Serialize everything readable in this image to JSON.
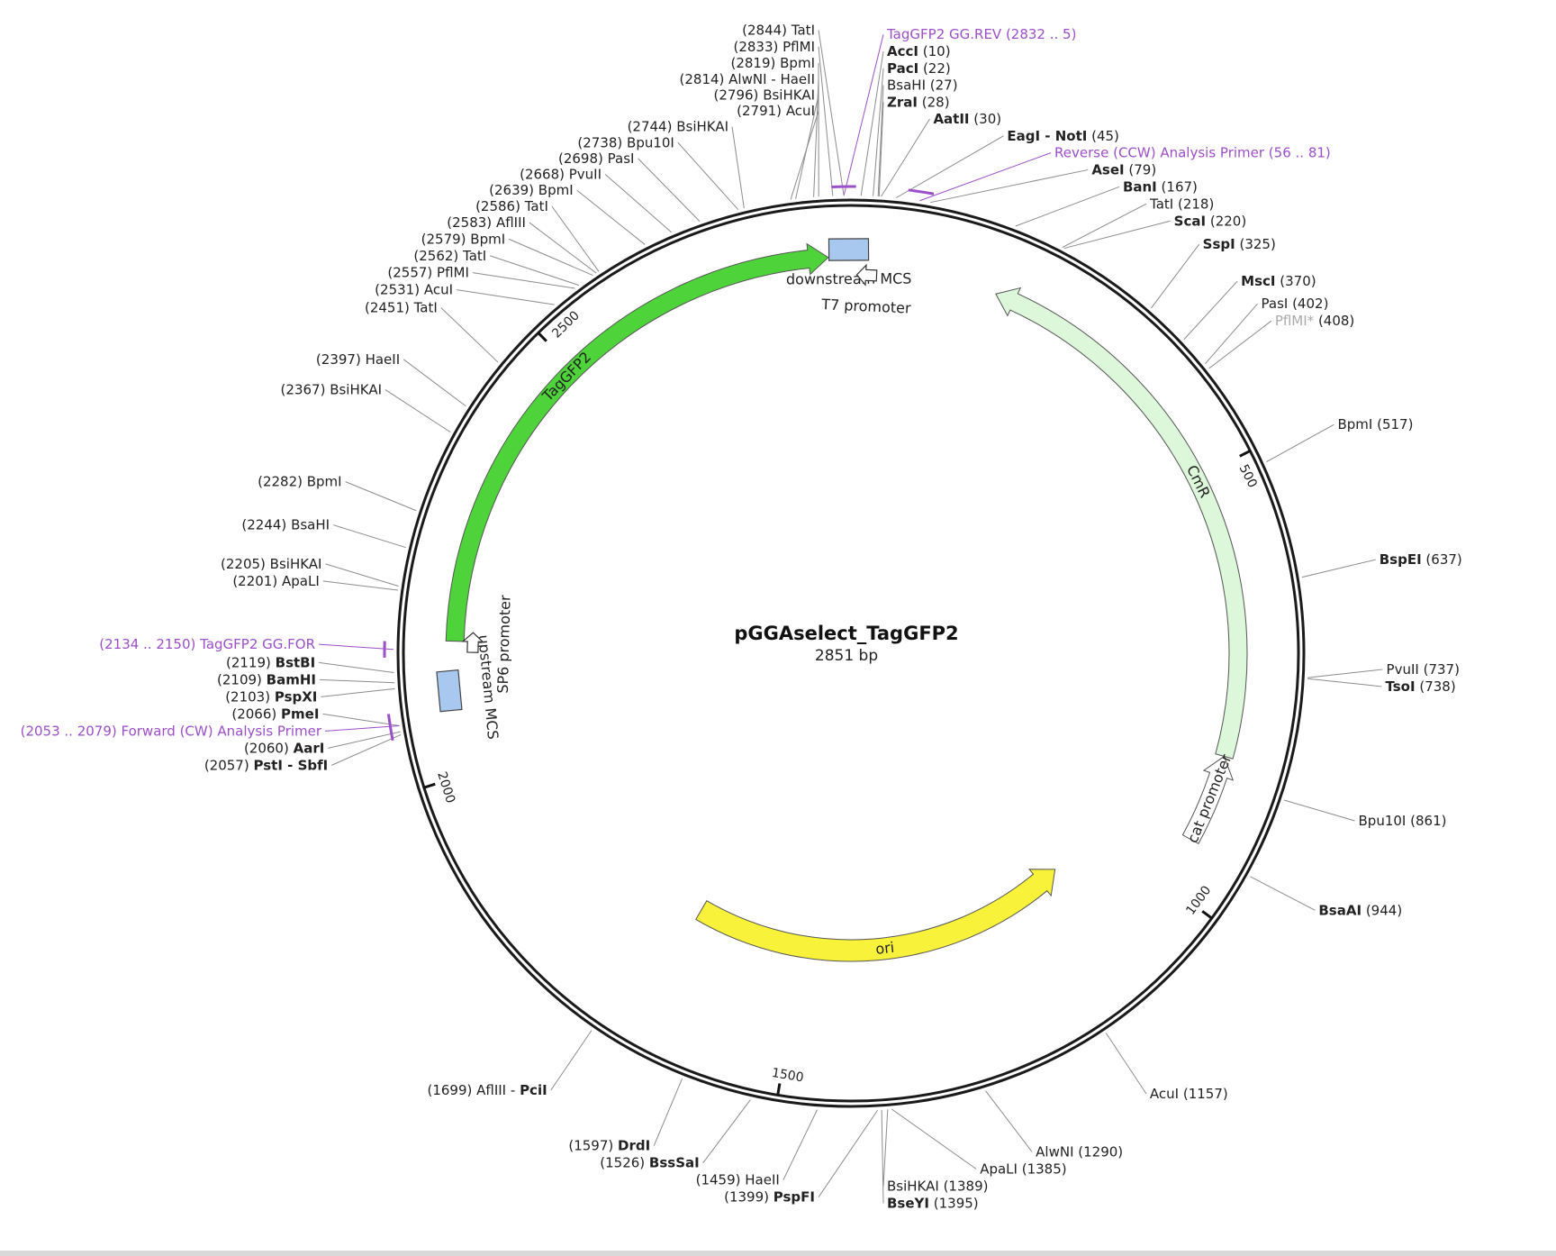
{
  "plasmid": {
    "name": "pGGAselect_TagGFP2",
    "length_label": "2851 bp",
    "length": 2851
  },
  "colors": {
    "backbone": "#1a1a1a",
    "tagGFP2": "#4ed33a",
    "cmR": "#dcf7d9",
    "ori": "#f8f33a",
    "mcs": "#a8c8f0",
    "promoter": "#ffffff",
    "primer": "#9b4fc9",
    "leader": "#8c8c8c"
  },
  "ticks": [
    {
      "pos": 500,
      "label": "500"
    },
    {
      "pos": 1000,
      "label": "1000"
    },
    {
      "pos": 1500,
      "label": "1500"
    },
    {
      "pos": 2000,
      "label": "2000"
    },
    {
      "pos": 2500,
      "label": "2500"
    }
  ],
  "features": [
    {
      "name": "TagGFP2",
      "type": "arrow",
      "start": 2152,
      "end": 2825,
      "dir": "cw",
      "color": "tagGFP2",
      "r": 440,
      "w": 20
    },
    {
      "name": "CmR",
      "type": "arrow",
      "start": 174,
      "end": 835,
      "dir": "ccw",
      "color": "cmR",
      "r": 430,
      "w": 20
    },
    {
      "name": "cat promoter",
      "type": "arrow",
      "start": 835,
      "end": 940,
      "dir": "ccw",
      "color": "promoter",
      "r": 430,
      "w": 20
    },
    {
      "name": "ori",
      "type": "arrow",
      "start": 1082,
      "end": 1665,
      "dir": "ccw",
      "color": "ori",
      "r": 330,
      "w": 24
    },
    {
      "name": "downstream MCS",
      "type": "box",
      "start": 2846,
      "end": 2851,
      "color": "mcs"
    },
    {
      "name": "T7 promoter",
      "type": "promoter",
      "pos": 20,
      "dir": "ccw"
    },
    {
      "name": "upstream MCS",
      "type": "box",
      "start": 2080,
      "end": 2112,
      "color": "mcs"
    },
    {
      "name": "SP6 promoter",
      "type": "promoter",
      "pos": 2150,
      "dir": "cw"
    }
  ],
  "sites": [
    {
      "pos": 2844,
      "name": "TatI",
      "side": "L"
    },
    {
      "pos": 2833,
      "name": "PflMI",
      "side": "L"
    },
    {
      "pos": 2819,
      "name": "BpmI",
      "side": "L"
    },
    {
      "pos": 2814,
      "name": "AlwNI - HaeII",
      "side": "L"
    },
    {
      "pos": 2796,
      "name": "BsiHKAI",
      "side": "L"
    },
    {
      "pos": 2791,
      "name": "AcuI",
      "side": "L"
    },
    {
      "pos": 2744,
      "name": "BsiHKAI",
      "side": "L"
    },
    {
      "pos": 2738,
      "name": "Bpu10I",
      "side": "L"
    },
    {
      "pos": 2698,
      "name": "PasI",
      "side": "L"
    },
    {
      "pos": 2668,
      "name": "PvuII",
      "side": "L"
    },
    {
      "pos": 2639,
      "name": "BpmI",
      "side": "L"
    },
    {
      "pos": 2586,
      "name": "TatI",
      "side": "L"
    },
    {
      "pos": 2583,
      "name": "AflIII",
      "side": "L"
    },
    {
      "pos": 2579,
      "name": "BpmI",
      "side": "L"
    },
    {
      "pos": 2562,
      "name": "TatI",
      "side": "L"
    },
    {
      "pos": 2557,
      "name": "PflMI",
      "side": "L"
    },
    {
      "pos": 2531,
      "name": "AcuI",
      "side": "L"
    },
    {
      "pos": 2451,
      "name": "TatI",
      "side": "L"
    },
    {
      "pos": 2397,
      "name": "HaeII",
      "side": "L"
    },
    {
      "pos": 2367,
      "name": "BsiHKAI",
      "side": "L"
    },
    {
      "pos": 2282,
      "name": "BpmI",
      "side": "L"
    },
    {
      "pos": 2244,
      "name": "BsaHI",
      "side": "L"
    },
    {
      "pos": 2205,
      "name": "BsiHKAI",
      "side": "L"
    },
    {
      "pos": 2201,
      "name": "ApaLI",
      "side": "L"
    },
    {
      "pos": 2119,
      "name": "BstBI",
      "side": "L",
      "bold": true
    },
    {
      "pos": 2109,
      "name": "BamHI",
      "side": "L",
      "bold": true
    },
    {
      "pos": 2103,
      "name": "PspXI",
      "side": "L",
      "bold": true
    },
    {
      "pos": 2066,
      "name": "PmeI",
      "side": "L",
      "bold": true
    },
    {
      "pos": 2060,
      "name": "AarI",
      "side": "L",
      "bold": true
    },
    {
      "pos": 2057,
      "name": "PstI - SbfI",
      "side": "L",
      "bold": true
    },
    {
      "pos": 1699,
      "name": "AflIII - PciI",
      "side": "L",
      "boldPart": "PciI"
    },
    {
      "pos": 1597,
      "name": "DrdI",
      "side": "L",
      "bold": true
    },
    {
      "pos": 1526,
      "name": "BssSaI",
      "side": "L",
      "bold": true
    },
    {
      "pos": 1459,
      "name": "HaeII",
      "side": "L"
    },
    {
      "pos": 1399,
      "name": "PspFI",
      "side": "L",
      "bold": true
    },
    {
      "pos": 10,
      "name": "AccI",
      "side": "R",
      "bold": true
    },
    {
      "pos": 22,
      "name": "PacI",
      "side": "R",
      "bold": true
    },
    {
      "pos": 27,
      "name": "BsaHI",
      "side": "R"
    },
    {
      "pos": 28,
      "name": "ZraI",
      "side": "R",
      "bold": true
    },
    {
      "pos": 30,
      "name": "AatII",
      "side": "R",
      "bold": true
    },
    {
      "pos": 45,
      "name": "EagI - NotI",
      "side": "R",
      "bold": true
    },
    {
      "pos": 79,
      "name": "AseI",
      "side": "R",
      "bold": true
    },
    {
      "pos": 167,
      "name": "BanI",
      "side": "R",
      "bold": true
    },
    {
      "pos": 218,
      "name": "TatI",
      "side": "R"
    },
    {
      "pos": 220,
      "name": "ScaI",
      "side": "R",
      "bold": true
    },
    {
      "pos": 325,
      "name": "SspI",
      "side": "R",
      "bold": true
    },
    {
      "pos": 370,
      "name": "MscI",
      "side": "R",
      "bold": true
    },
    {
      "pos": 402,
      "name": "PasI",
      "side": "R"
    },
    {
      "pos": 408,
      "name": "PflMI*",
      "side": "R",
      "grey": true
    },
    {
      "pos": 517,
      "name": "BpmI",
      "side": "R"
    },
    {
      "pos": 637,
      "name": "BspEI",
      "side": "R",
      "bold": true
    },
    {
      "pos": 737,
      "name": "PvuII",
      "side": "R"
    },
    {
      "pos": 738,
      "name": "TsoI",
      "side": "R",
      "bold": true
    },
    {
      "pos": 861,
      "name": "Bpu10I",
      "side": "R"
    },
    {
      "pos": 944,
      "name": "BsaAI",
      "side": "R",
      "bold": true
    },
    {
      "pos": 1157,
      "name": "AcuI",
      "side": "R"
    },
    {
      "pos": 1290,
      "name": "AlwNI",
      "side": "R"
    },
    {
      "pos": 1385,
      "name": "ApaLI",
      "side": "R"
    },
    {
      "pos": 1389,
      "name": "BsiHKAI",
      "side": "R"
    },
    {
      "pos": 1395,
      "name": "BseYI",
      "side": "R",
      "bold": true
    }
  ],
  "primers": [
    {
      "name": "TagGFP2 GG.REV",
      "range": "(2832 .. 5)",
      "start": 2832,
      "end": 5,
      "side": "R",
      "labelFirst": true
    },
    {
      "name": "Reverse (CCW) Analysis Primer",
      "range": "(56 .. 81)",
      "start": 56,
      "end": 81,
      "side": "R",
      "labelFirst": true
    },
    {
      "name": "TagGFP2 GG.FOR",
      "range": "(2134 .. 2150)",
      "start": 2134,
      "end": 2150,
      "side": "L",
      "labelFirst": false
    },
    {
      "name": "Forward (CW) Analysis Primer",
      "range": "(2053 .. 2079)",
      "start": 2053,
      "end": 2079,
      "side": "L",
      "labelFirst": false
    }
  ]
}
